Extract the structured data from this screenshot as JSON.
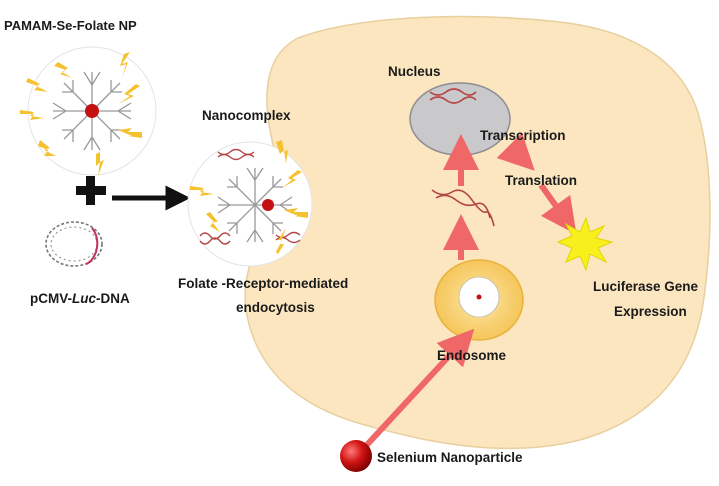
{
  "labels": {
    "np_title": "PAMAM-Se-Folate  NP",
    "dna_prefix": "pCMV-",
    "dna_italic": "Luc",
    "dna_suffix": "-DNA",
    "nanocomplex": "Nanocomplex",
    "uptake_line1": "Folate -Receptor-mediated",
    "uptake_line2": "endocytosis",
    "nucleus": "Nucleus",
    "transcription": "Transcription",
    "translation": "Translation",
    "expression_line1": "Luciferase Gene",
    "expression_line2": "Expression",
    "endosome": "Endosome",
    "selenium": "Selenium Nanoparticle"
  },
  "colors": {
    "cell": "#fbe6c0",
    "cell_border": "#e8cf9e",
    "nucleus": "#c9c8cb",
    "nucleus_border": "#8e8d92",
    "arrow": "#f06767",
    "endosome": "#f7cd6a",
    "endosome_border": "#e9b23c",
    "ligand": "#f6c12f",
    "core": "#c41010",
    "dna": "#b44646",
    "burst": "#f8f01c"
  }
}
